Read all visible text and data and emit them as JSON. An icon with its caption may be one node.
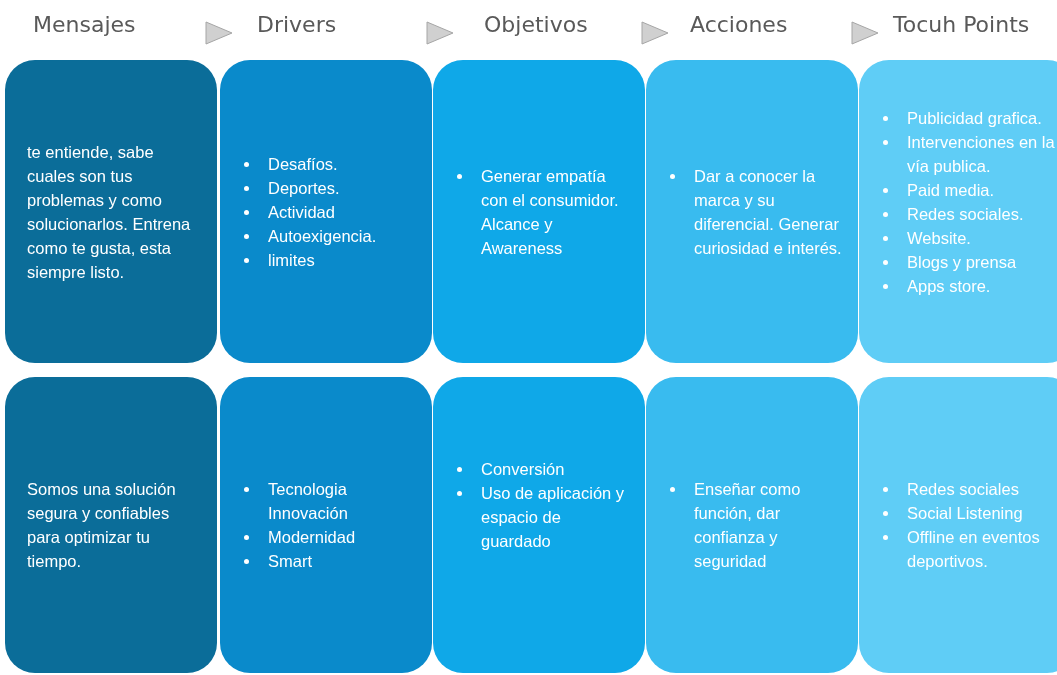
{
  "diagram": {
    "nodes": [
      {
        "text": [
          "te entiende, sabe cuales son tus problemas y como solucionarlos. Entrena como te gusta, esta siempre listo."
        ]
      },
      {
        "text": [
          "Desafíos.",
          "Deportes.",
          "Actividad",
          "Autoexigencia.",
          "limites"
        ]
      },
      {
        "text": [
          "Generar empatía con el consumidor. Alcance y Awareness"
        ]
      },
      {
        "text": [
          "Dar a conocer la marca y su diferencial. Generar curiosidad e interés."
        ]
      },
      {
        "text": [
          "Publicidad grafica.",
          "Intervenciones en la vía publica.",
          "Paid media.",
          "Redes sociales.",
          "Website.",
          "Blogs y prensa",
          "Apps store."
        ]
      },
      {
        "text": [
          "Somos una solución segura y confiables para optimizar tu tiempo."
        ]
      },
      {
        "text": [
          "Tecnologia Innovación",
          "Modernidad",
          "Smart"
        ]
      },
      {
        "text": [
          "Conversión",
          "Uso de aplicación y espacio de guardado"
        ]
      },
      {
        "text": [
          "Enseñar como función, dar confianza y seguridad"
        ]
      },
      {
        "text": [
          "Redes sociales",
          "Social Listening",
          "Offline en eventos deportivos."
        ]
      }
    ],
    "edges": [],
    "labels": [
      "Mensajes",
      "Drivers",
      "Objetivos",
      "Acciones",
      "Tocuh Points"
    ]
  }
}
